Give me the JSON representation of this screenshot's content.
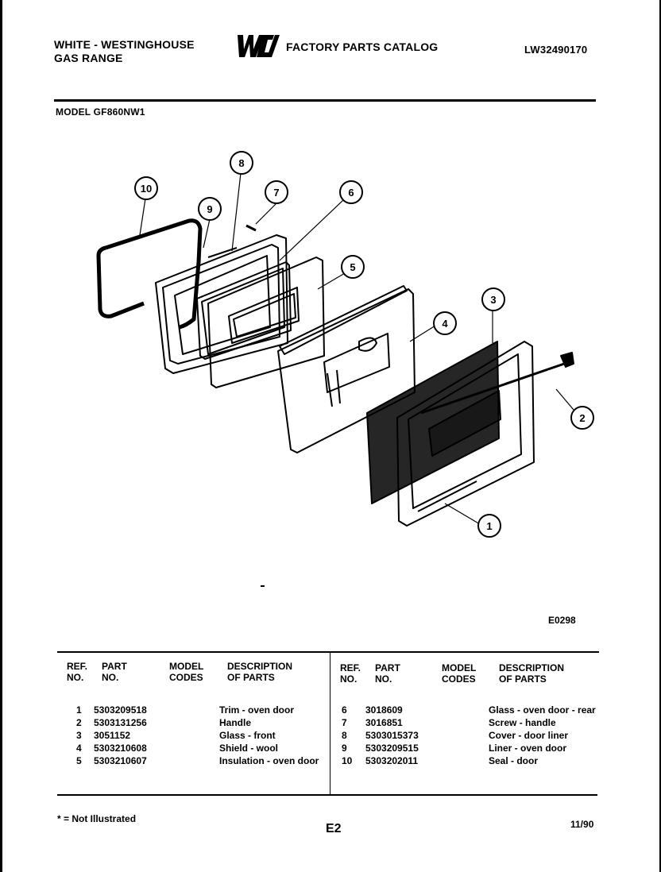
{
  "header": {
    "brand_line1": "WHITE - WESTINGHOUSE",
    "brand_line2": "GAS RANGE",
    "logo_text": "WCI",
    "catalog_title": "FACTORY PARTS CATALOG",
    "doc_id": "LW32490170",
    "model_label": "MODEL GF860NW1"
  },
  "diagram": {
    "code": "E0298",
    "callouts": [
      "1",
      "2",
      "3",
      "4",
      "5",
      "6",
      "7",
      "8",
      "9",
      "10"
    ]
  },
  "table": {
    "headers": {
      "ref": "REF.\nNO.",
      "part": "PART\nNO.",
      "model": "MODEL\nCODES",
      "desc": "DESCRIPTION\nOF PARTS"
    },
    "left_rows": [
      {
        "ref": "1",
        "part": "5303209518",
        "desc": "Trim - oven door"
      },
      {
        "ref": "2",
        "part": "5303131256",
        "desc": "Handle"
      },
      {
        "ref": "3",
        "part": "3051152",
        "desc": "Glass - front"
      },
      {
        "ref": "4",
        "part": "5303210608",
        "desc": "Shield - wool"
      },
      {
        "ref": "5",
        "part": "5303210607",
        "desc": "Insulation - oven door"
      }
    ],
    "right_rows": [
      {
        "ref": "6",
        "part": "3018609",
        "desc": "Glass - oven door - rear"
      },
      {
        "ref": "7",
        "part": "3016851",
        "desc": "Screw - handle"
      },
      {
        "ref": "8",
        "part": "5303015373",
        "desc": "Cover - door liner"
      },
      {
        "ref": "9",
        "part": "5303209515",
        "desc": "Liner - oven door"
      },
      {
        "ref": "10",
        "part": "5303202011",
        "desc": "Seal - door"
      }
    ]
  },
  "footer": {
    "note": "* = Not Illustrated",
    "page": "E2",
    "date": "11/90"
  }
}
